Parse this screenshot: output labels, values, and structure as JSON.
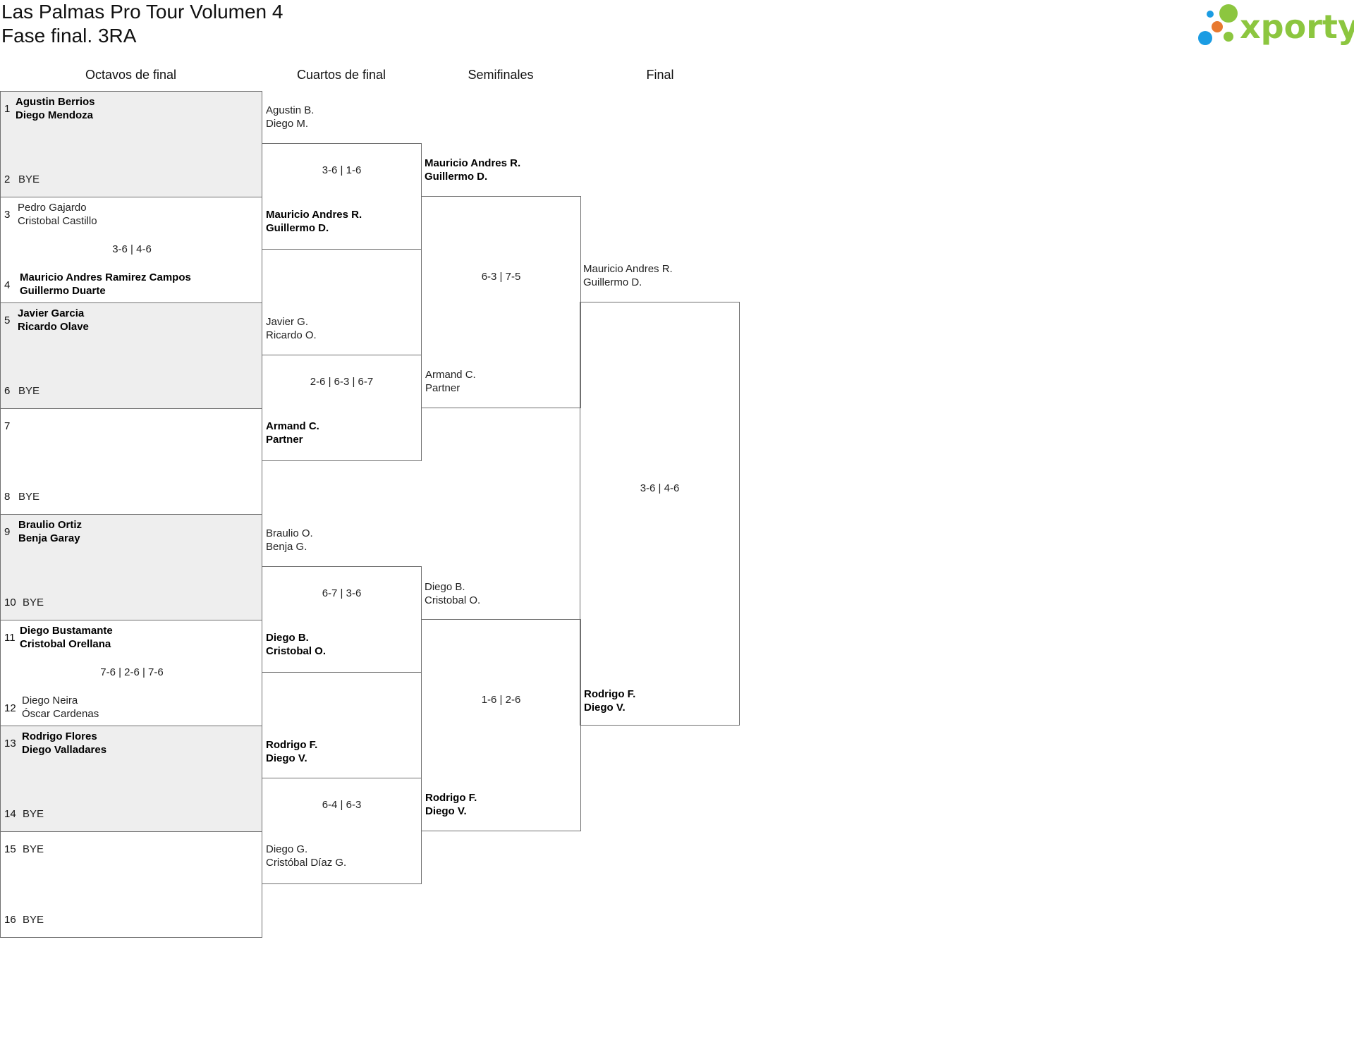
{
  "header": {
    "title_line1": "Las Palmas Pro Tour Volumen 4",
    "title_line2": "Fase final. 3RA",
    "logo_text": "xporty",
    "logo_colors": {
      "green": "#8cc63f",
      "orange": "#e8792f",
      "blue": "#1b9ce3"
    }
  },
  "columns": [
    "Octavos de final",
    "Cuartos de final",
    "Semifinales",
    "Final"
  ],
  "r16": [
    {
      "seed_a": "1",
      "a1": "Agustin Berrios",
      "a2": "Diego Mendoza",
      "seed_b": "2",
      "b1": "BYE",
      "b2": "",
      "score": ""
    },
    {
      "seed_a": "3",
      "a1": "Pedro Gajardo",
      "a2": "Cristobal Castillo",
      "seed_b": "4",
      "b1": "Mauricio Andres Ramirez Campos",
      "b2": "Guillermo Duarte",
      "score": "3-6 | 4-6"
    },
    {
      "seed_a": "5",
      "a1": "Javier Garcia",
      "a2": "Ricardo Olave",
      "seed_b": "6",
      "b1": "BYE",
      "b2": "",
      "score": ""
    },
    {
      "seed_a": "7",
      "a1": "",
      "a2": "",
      "seed_b": "8",
      "b1": "BYE",
      "b2": "",
      "score": ""
    },
    {
      "seed_a": "9",
      "a1": "Braulio Ortiz",
      "a2": "Benja Garay",
      "seed_b": "10",
      "b1": "BYE",
      "b2": "",
      "score": ""
    },
    {
      "seed_a": "11",
      "a1": "Diego Bustamante",
      "a2": "Cristobal Orellana",
      "seed_b": "12",
      "b1": "Diego Neira",
      "b2": "Óscar Cardenas",
      "score": "7-6 | 2-6 | 7-6"
    },
    {
      "seed_a": "13",
      "a1": "Rodrigo Flores",
      "a2": "Diego Valladares",
      "seed_b": "14",
      "b1": "BYE",
      "b2": "",
      "score": ""
    },
    {
      "seed_a": "15",
      "a1": "BYE",
      "a2": "",
      "seed_b": "16",
      "b1": "BYE",
      "b2": "",
      "score": ""
    }
  ],
  "qf": [
    {
      "a1": "Agustin B.",
      "a2": "Diego M.",
      "b1": "Mauricio Andres R.",
      "b2": "Guillermo D.",
      "score": "3-6 | 1-6"
    },
    {
      "a1": "Javier G.",
      "a2": "Ricardo O.",
      "b1": "Armand C.",
      "b2": "Partner",
      "score": "2-6 | 6-3 | 6-7"
    },
    {
      "a1": "Braulio O.",
      "a2": "Benja G.",
      "b1": "Diego B.",
      "b2": "Cristobal O.",
      "score": "6-7 | 3-6"
    },
    {
      "a1": "Rodrigo F.",
      "a2": "Diego V.",
      "b1": "Diego G.",
      "b2": "Cristóbal Díaz G.",
      "score": "6-4 | 6-3"
    }
  ],
  "sf": [
    {
      "a1": "Mauricio Andres R.",
      "a2": "Guillermo D.",
      "b1": "Armand C.",
      "b2": "Partner",
      "score": "6-3 | 7-5"
    },
    {
      "a1": "Diego B.",
      "a2": "Cristobal O.",
      "b1": "Rodrigo F.",
      "b2": "Diego V.",
      "score": "1-6 | 2-6"
    }
  ],
  "final": {
    "a1": "Mauricio Andres R.",
    "a2": "Guillermo D.",
    "b1": "Rodrigo F.",
    "b2": "Diego V.",
    "score": "3-6 | 4-6"
  }
}
